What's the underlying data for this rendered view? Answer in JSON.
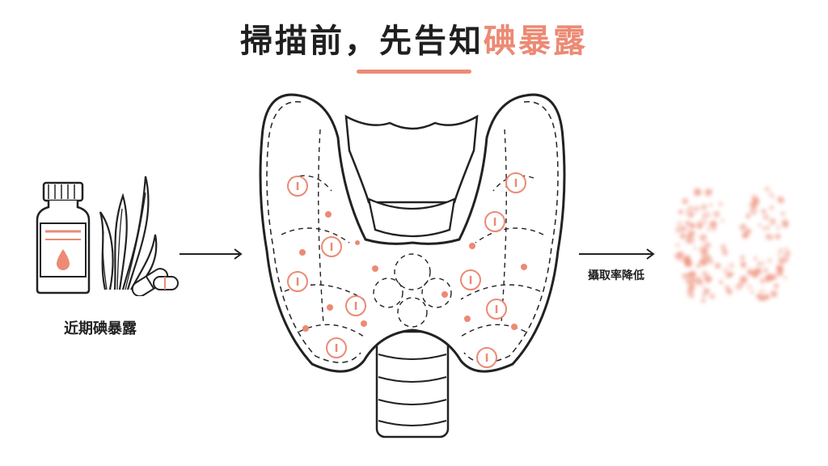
{
  "title": {
    "main": "掃描前，先告知",
    "accent": "碘暴露",
    "accent_color": "#ec8a74"
  },
  "exposure_label": "近期碘暴露",
  "uptake_label": "攝取率降低",
  "iodine_marker_text": "I",
  "icons": [
    "medicine-bottle-icon",
    "seaweed-icon",
    "capsule-icon",
    "thyroid-icon",
    "trachea-icon"
  ]
}
